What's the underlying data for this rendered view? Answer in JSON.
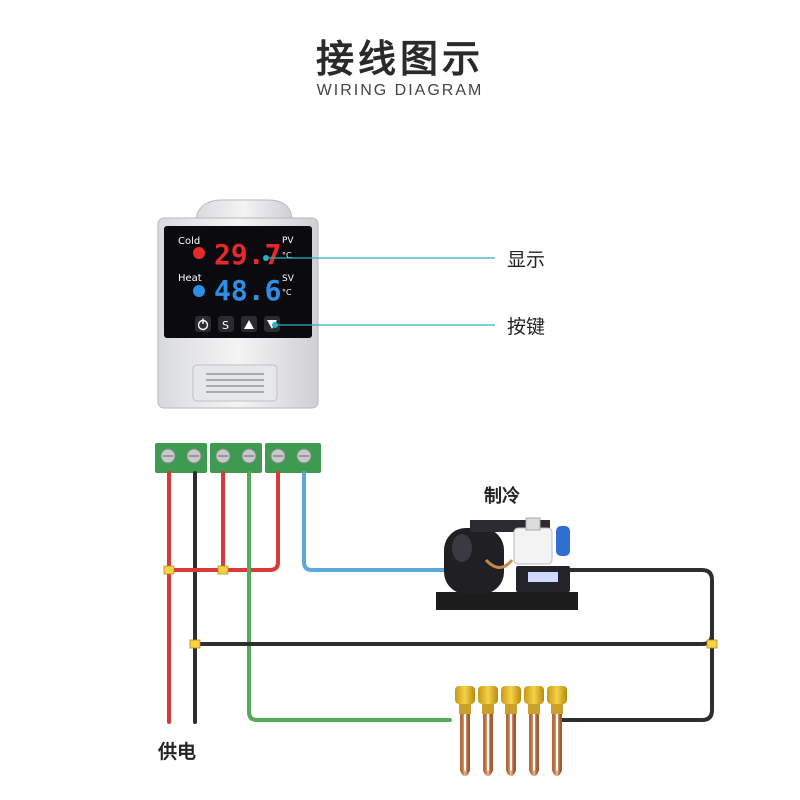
{
  "title": "接线图示",
  "subtitle": "WIRING DIAGRAM",
  "controller": {
    "cold_label": "Cold",
    "heat_label": "Heat",
    "pv_label": "PV",
    "sv_label": "SV",
    "unit_top": "°C",
    "unit_bottom": "°C",
    "pv_value": "29.7",
    "sv_value": "48.6",
    "buttons": [
      "S"
    ]
  },
  "callouts": {
    "display": "显示",
    "keys": "按键"
  },
  "labels": {
    "refrigeration": "制冷",
    "power_supply": "供电"
  },
  "colors": {
    "pv_display": "#e8282b",
    "sv_display": "#2f8fe6",
    "callout_line": "#2ab3c0",
    "wire_red": "#d8393a",
    "wire_black": "#2e2e2e",
    "wire_green": "#5aa85a",
    "wire_blue": "#5ba8dc",
    "terminal_green": "#3f9a52"
  }
}
